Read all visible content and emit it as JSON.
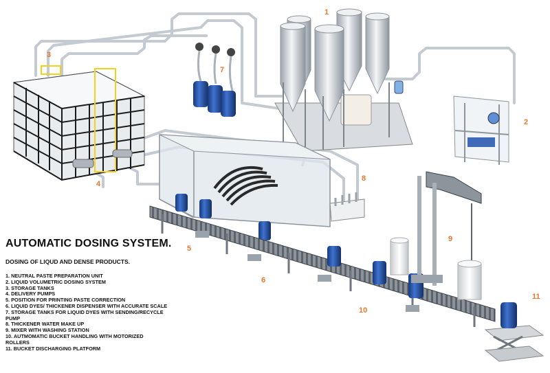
{
  "title": "AUTOMATIC DOSING SYSTEM.",
  "subtitle": "DOSING OF LIQUD AND DENSE PRODUCTS.",
  "legend": [
    "1. NEUTRAL PASTE PREPARATION UNIT",
    "2. LIQUID VOLUMETRIC DOSING SYSTEM",
    "3. STORAGE TANKS",
    "4. DELIVERY PUMPS",
    "5. POSITION FOR PRINTING PASTE CORRECTION",
    "6. LIQUID DYES/ THICKENER DISPENSER WITH ACCURATE SCALE",
    "7. STORAGE TANKS FOR LIQUID DYES WITH SENDING/RECYCLE PUMP",
    "8. THICKENER WATER MAKE UP",
    "9. MIXER WITH WASHING STATION",
    "10. AUTMOMATIC BUCKET HANDLING WITH MOTORIZED ROLLERS",
    "11. BUCKET DISCHARGING PLATFORM"
  ],
  "callouts": [
    "1",
    "2",
    "3",
    "4",
    "5",
    "6",
    "7",
    "8",
    "9",
    "10",
    "11"
  ],
  "colors": {
    "callout": "#e8762b",
    "drum": "#1f4fa8",
    "pipe": "#c4cad1",
    "frame": "#9aa2ab",
    "tank_highlight": "#f2d21c"
  }
}
